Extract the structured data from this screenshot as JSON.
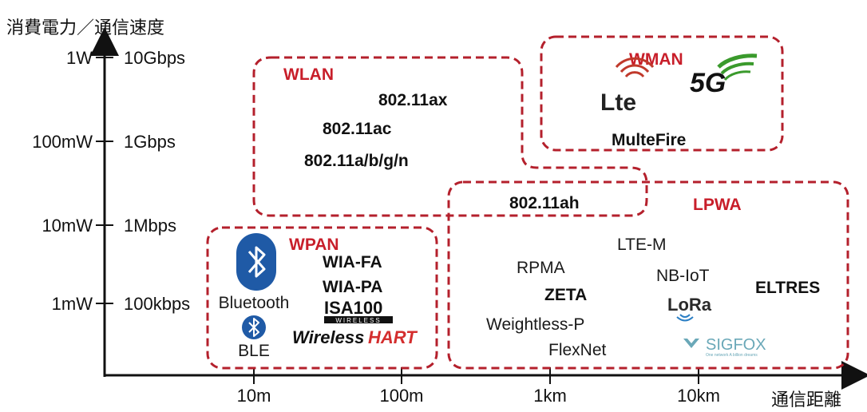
{
  "axes": {
    "y_title": "消費電力／通信速度",
    "x_title": "通信距離",
    "y_ticks": [
      {
        "power": "1W",
        "speed": "10Gbps"
      },
      {
        "power": "100mW",
        "speed": "1Gbps"
      },
      {
        "power": "10mW",
        "speed": "1Mbps"
      },
      {
        "power": "1mW",
        "speed": "100kbps"
      }
    ],
    "x_ticks": [
      "10m",
      "100m",
      "1km",
      "10km"
    ]
  },
  "regions": {
    "wlan": "WLAN",
    "wman": "WMAN",
    "wpan": "WPAN",
    "lpwa": "LPWA"
  },
  "wlan_items": [
    "802.11ax",
    "802.11ac",
    "802.11a/b/g/n"
  ],
  "overlap_item": "802.11ah",
  "wman_items": {
    "lte": "Lte",
    "fiveg": "5G",
    "multefire": "MulteFire"
  },
  "wpan_items": {
    "bluetooth": "Bluetooth",
    "ble": "BLE",
    "wia_fa": "WIA-FA",
    "wia_pa": "WIA-PA",
    "isa100": "ISA100",
    "isa100_sub": "WIRELESS",
    "wirelesshart_a": "Wireless",
    "wirelesshart_b": "HART"
  },
  "lpwa_items": {
    "ltem": "LTE-M",
    "rpma": "RPMA",
    "nbiot": "NB-IoT",
    "zeta": "ZETA",
    "eltres": "ELTRES",
    "lora": "LoRa",
    "weightless": "Weightless-P",
    "flexnet": "FlexNet",
    "sigfox": "SIGFOX",
    "sigfox_tag": "One network A billion dreams"
  },
  "colors": {
    "region_border": "#b4202c",
    "region_label": "#c81e2a",
    "bluetooth": "#1f5aa6",
    "fiveg_green": "#3a9a2c",
    "lte_red": "#c0392b",
    "lora_blue": "#2a7ec4",
    "sigfox_teal": "#6aa8b8",
    "hart_red": "#d42e2e"
  }
}
